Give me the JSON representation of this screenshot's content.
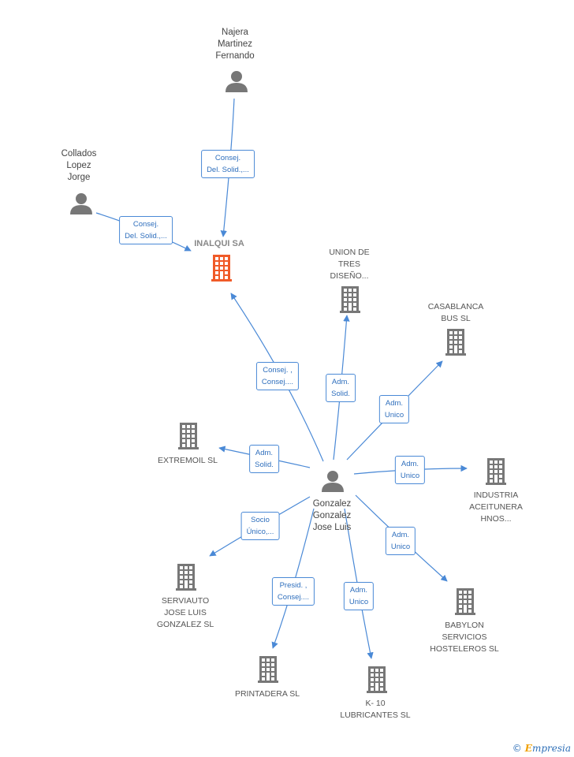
{
  "nodes": [
    {
      "id": "najera",
      "type": "person",
      "label": [
        "Najera",
        "Martinez",
        "Fernando"
      ]
    },
    {
      "id": "collados",
      "type": "person",
      "label": [
        "Collados",
        "Lopez",
        "Jorge"
      ]
    },
    {
      "id": "inalquisa",
      "type": "company-focus",
      "label": [
        "INALQUI SA"
      ]
    },
    {
      "id": "union",
      "type": "company",
      "label": [
        "UNION DE",
        "TRES",
        "DISEÑO..."
      ]
    },
    {
      "id": "casablanca",
      "type": "company",
      "label": [
        "CASABLANCA",
        "BUS  SL"
      ]
    },
    {
      "id": "extremoil",
      "type": "company",
      "label": [
        "EXTREMOIL SL"
      ]
    },
    {
      "id": "gonzalez",
      "type": "person",
      "label": [
        "Gonzalez",
        "Gonzalez",
        "Jose Luis"
      ]
    },
    {
      "id": "industria",
      "type": "company",
      "label": [
        "INDUSTRIA",
        "ACEITUNERA",
        "HNOS..."
      ]
    },
    {
      "id": "serviauto",
      "type": "company",
      "label": [
        "SERVIAUTO",
        "JOSE LUIS",
        "GONZALEZ SL"
      ]
    },
    {
      "id": "babylon",
      "type": "company",
      "label": [
        "BABYLON",
        "SERVICIOS",
        "HOSTELEROS SL"
      ]
    },
    {
      "id": "printadera",
      "type": "company",
      "label": [
        "PRINTADERA SL"
      ]
    },
    {
      "id": "k10",
      "type": "company",
      "label": [
        "K- 10",
        "LUBRICANTES SL"
      ]
    }
  ],
  "edges": [
    {
      "from": "najera",
      "to": "inalquisa",
      "label": [
        "Consej.",
        "Del. Solid.,..."
      ]
    },
    {
      "from": "collados",
      "to": "inalquisa",
      "label": [
        "Consej.",
        "Del. Solid.,..."
      ]
    },
    {
      "from": "gonzalez",
      "to": "inalquisa",
      "label": [
        "Consej. ,",
        "Consej...."
      ]
    },
    {
      "from": "gonzalez",
      "to": "union",
      "label": [
        "Adm.",
        "Solid."
      ]
    },
    {
      "from": "gonzalez",
      "to": "casablanca",
      "label": [
        "Adm.",
        "Unico"
      ]
    },
    {
      "from": "gonzalez",
      "to": "extremoil",
      "label": [
        "Adm.",
        "Solid."
      ]
    },
    {
      "from": "gonzalez",
      "to": "industria",
      "label": [
        "Adm.",
        "Unico"
      ]
    },
    {
      "from": "gonzalez",
      "to": "serviauto",
      "label": [
        "Socio",
        "Único,..."
      ]
    },
    {
      "from": "gonzalez",
      "to": "babylon",
      "label": [
        "Adm.",
        "Unico"
      ]
    },
    {
      "from": "gonzalez",
      "to": "printadera",
      "label": [
        "Presid. ,",
        "Consej...."
      ]
    },
    {
      "from": "gonzalez",
      "to": "k10",
      "label": [
        "Adm.",
        "Unico"
      ]
    }
  ],
  "colors": {
    "edge": "#4a89d6",
    "company_icon": "#777777",
    "focus_icon": "#f05a28",
    "person_icon": "#777777"
  },
  "brand": {
    "copyright": "©",
    "initial": "E",
    "rest": "mpresia"
  }
}
